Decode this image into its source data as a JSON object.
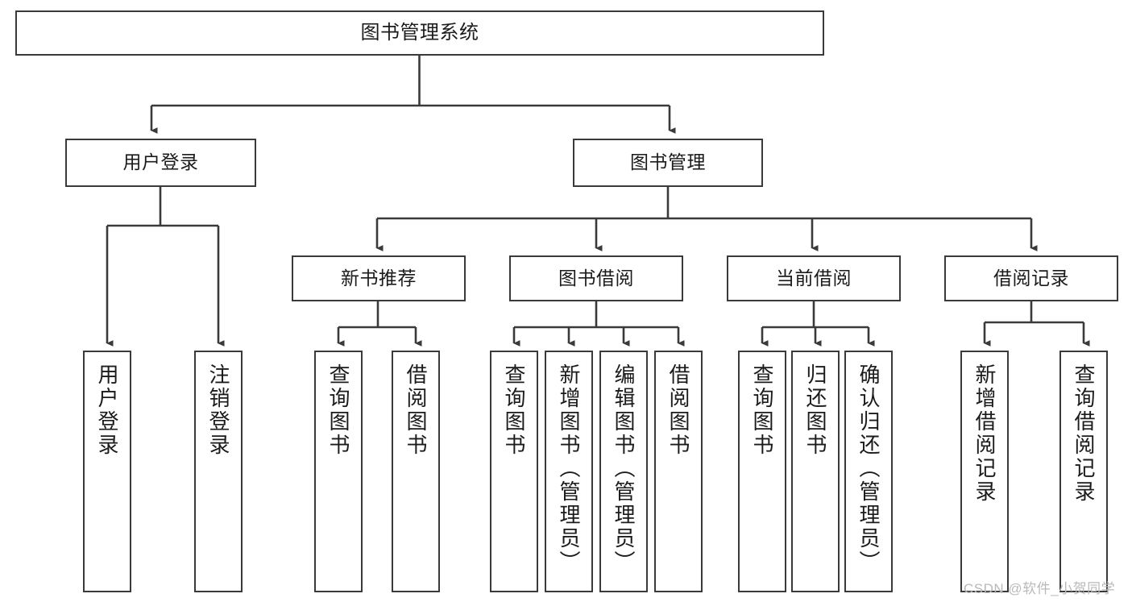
{
  "diagram": {
    "type": "tree-hierarchy",
    "title": "图书管理系统",
    "orientation": "top-down",
    "colors": {
      "background": "#ffffff",
      "node_border": "#3a3a3a",
      "node_fill": "#ffffff",
      "edge": "#3a3a3a",
      "text": "#1b1b1b",
      "watermark": "#b9b9b9"
    },
    "watermark": "CSDN @软件_小贺同学",
    "nodes": {
      "root": {
        "label": "图书管理系统",
        "level": 0
      },
      "user_login": {
        "label": "用户登录",
        "level": 1
      },
      "book_mgmt": {
        "label": "图书管理",
        "level": 1
      },
      "new_book_rec": {
        "label": "新书推荐",
        "level": 2
      },
      "book_borrow": {
        "label": "图书借阅",
        "level": 2
      },
      "current_borrow": {
        "label": "当前借阅",
        "level": 2
      },
      "borrow_record": {
        "label": "借阅记录",
        "level": 2
      },
      "leaf_user_login": {
        "label": "用户登录",
        "level": 2
      },
      "leaf_logout": {
        "label": "注销登录",
        "level": 2
      },
      "leaf_rec_query": {
        "label": "查询图书",
        "level": 3
      },
      "leaf_rec_borrow": {
        "label": "借阅图书",
        "level": 3
      },
      "leaf_bb_query": {
        "label": "查询图书",
        "level": 3
      },
      "leaf_bb_add": {
        "label": "新增图书（管理员）",
        "level": 3
      },
      "leaf_bb_edit": {
        "label": "编辑图书（管理员）",
        "level": 3
      },
      "leaf_bb_borrow": {
        "label": "借阅图书",
        "level": 3
      },
      "leaf_cb_query": {
        "label": "查询图书",
        "level": 3
      },
      "leaf_cb_return": {
        "label": "归还图书",
        "level": 3
      },
      "leaf_cb_confirm": {
        "label": "确认归还（管理员）",
        "level": 3
      },
      "leaf_br_add": {
        "label": "新增借阅记录",
        "level": 3
      },
      "leaf_br_query": {
        "label": "查询借阅记录",
        "level": 3
      }
    },
    "edges": [
      {
        "from": "root",
        "to": "user_login"
      },
      {
        "from": "root",
        "to": "book_mgmt"
      },
      {
        "from": "user_login",
        "to": "leaf_user_login"
      },
      {
        "from": "user_login",
        "to": "leaf_logout"
      },
      {
        "from": "book_mgmt",
        "to": "new_book_rec"
      },
      {
        "from": "book_mgmt",
        "to": "book_borrow"
      },
      {
        "from": "book_mgmt",
        "to": "current_borrow"
      },
      {
        "from": "book_mgmt",
        "to": "borrow_record"
      },
      {
        "from": "new_book_rec",
        "to": "leaf_rec_query"
      },
      {
        "from": "new_book_rec",
        "to": "leaf_rec_borrow"
      },
      {
        "from": "book_borrow",
        "to": "leaf_bb_query"
      },
      {
        "from": "book_borrow",
        "to": "leaf_bb_add"
      },
      {
        "from": "book_borrow",
        "to": "leaf_bb_edit"
      },
      {
        "from": "book_borrow",
        "to": "leaf_bb_borrow"
      },
      {
        "from": "current_borrow",
        "to": "leaf_cb_query"
      },
      {
        "from": "current_borrow",
        "to": "leaf_cb_return"
      },
      {
        "from": "current_borrow",
        "to": "leaf_cb_confirm"
      },
      {
        "from": "borrow_record",
        "to": "leaf_br_add"
      },
      {
        "from": "borrow_record",
        "to": "leaf_br_query"
      }
    ]
  }
}
